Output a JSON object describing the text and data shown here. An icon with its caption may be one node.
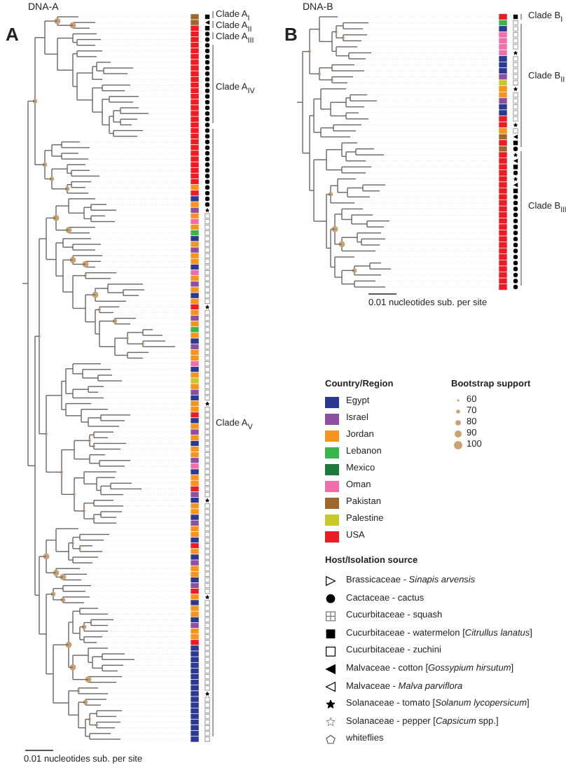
{
  "diagram": {
    "labels": [
      "A",
      "DNA-A",
      "Clade A$_{I}$",
      "Clade A$_{II}$",
      "Clade A$_{III}$",
      "Clade A$_{IV}$",
      "Clade A$_{V}$",
      "0.01 nucleotides sub. per site",
      "B",
      "DNA-B",
      "Clade B$_{I}$",
      "Clade B$_{II}$",
      "Clade B$_{III}$",
      "0.01 nucleotides sub. per site",
      "Country/Region",
      "Bootstrap support",
      "Host/Isolation source"
    ],
    "legend": [
      {
        "text": "Egypt",
        "color": "#2b3990"
      },
      {
        "text": "Israel",
        "color": "#8e4fa0"
      },
      {
        "text": "Jordan",
        "color": "#f7941d"
      },
      {
        "text": "Lebanon",
        "color": "#39b54a"
      },
      {
        "text": "Mexico",
        "color": "#1b7a3a"
      },
      {
        "text": "Oman",
        "color": "#f06ea9"
      },
      {
        "text": "Pakistan",
        "color": "#a0672d"
      },
      {
        "text": "Palestine",
        "color": "#c8c82a"
      },
      {
        "text": "USA",
        "color": "#ed1c24"
      },
      {
        "text": "60"
      },
      {
        "text": "70"
      },
      {
        "text": "80"
      },
      {
        "text": "90"
      },
      {
        "text": "100"
      },
      {
        "text": "Brassicaceae - *Sinapis arvensis*"
      },
      {
        "text": "Cactaceae - cactus"
      },
      {
        "text": "Cucurbitaceae - squash"
      },
      {
        "text": "Cucurbitaceae - watermelon [*Citrullus lanatus*]"
      },
      {
        "text": "Cucurbitaceae - zuchini"
      },
      {
        "text": "Malvaceae - cotton [*Gossypium hirsutum*]"
      },
      {
        "text": "Malvaceae - *Malva parviflora*"
      },
      {
        "text": "Solanaceae - tomato [*Solanum lycopersicum*]"
      },
      {
        "text": "Solanaceae - pepper [*Capsicum* spp.]"
      },
      {
        "text": "whiteflies"
      }
    ]
  }
}
